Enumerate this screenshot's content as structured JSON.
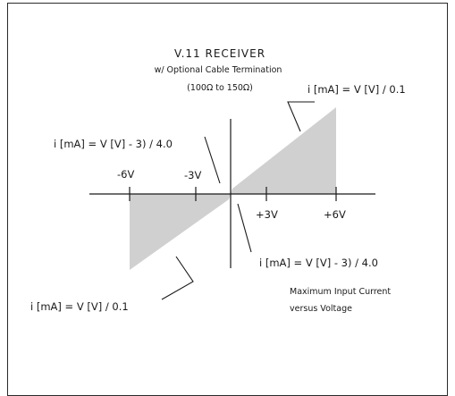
{
  "title": "V.11 RECEIVER",
  "subtitle": "w/ Optional Cable Termination",
  "range_note": "(100Ω to 150Ω)",
  "equations": {
    "upper_right": "i [mA] = V  [V] / 0.1",
    "upper_left": "i [mA] = V  [V] - 3) / 4.0",
    "lower_right": "i [mA] = V  [V] - 3) / 4.0",
    "lower_left": "i [mA] = V  [V] / 0.1"
  },
  "ticks": {
    "neg6": "-6V",
    "neg3": "-3V",
    "pos3": "+3V",
    "pos6": "+6V"
  },
  "caption_line1": "Maximum Input Current",
  "caption_line2": "versus Voltage",
  "colors": {
    "region_fill": "#d0d0d0",
    "line": "#1a1a1a"
  }
}
